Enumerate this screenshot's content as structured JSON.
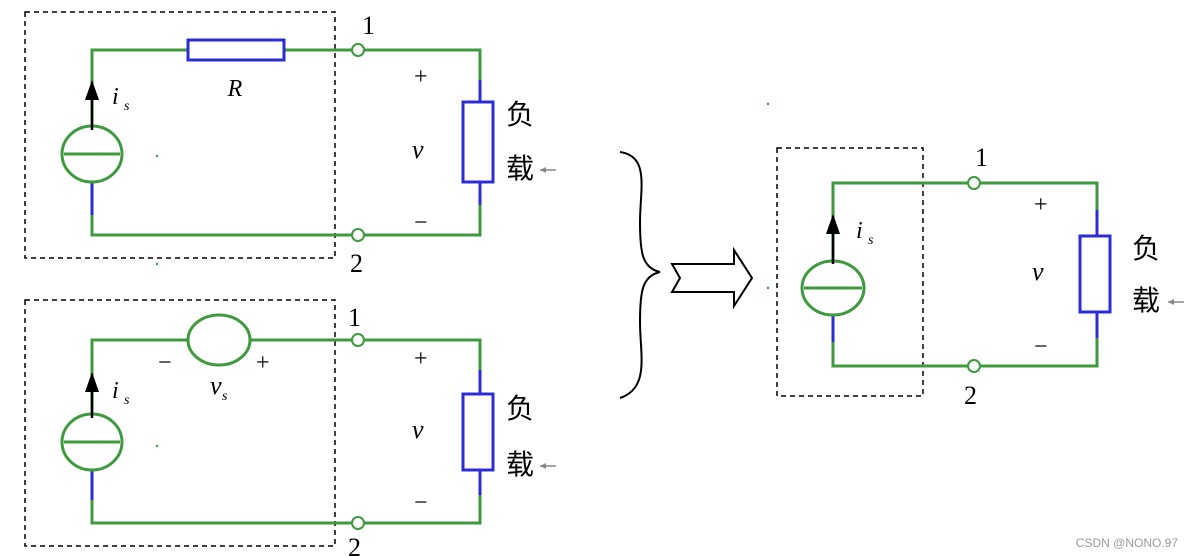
{
  "colors": {
    "wire": "#3d9a3d",
    "resistor": "#2c2cd6",
    "dash": "#000000",
    "source": "#3d9a3d"
  },
  "circuit_a": {
    "source_label": "i",
    "source_sub": "s",
    "resistor_label": "R",
    "node_top": "1",
    "node_bottom": "2",
    "plus": "+",
    "minus": "−",
    "voltage": "v",
    "load_line1": "负",
    "load_line2": "载"
  },
  "circuit_b": {
    "source_label": "i",
    "source_sub": "s",
    "vsource_label": "v",
    "vsource_sub": "s",
    "vs_minus": "−",
    "vs_plus": "+",
    "node_top": "1",
    "node_bottom": "2",
    "plus": "+",
    "minus": "−",
    "voltage": "v",
    "load_line1": "负",
    "load_line2": "载"
  },
  "circuit_c": {
    "source_label": "i",
    "source_sub": "s",
    "node_top": "1",
    "node_bottom": "2",
    "plus": "+",
    "minus": "−",
    "voltage": "v",
    "load_line1": "负",
    "load_line2": "载"
  },
  "watermark": "CSDN @NONO.97"
}
